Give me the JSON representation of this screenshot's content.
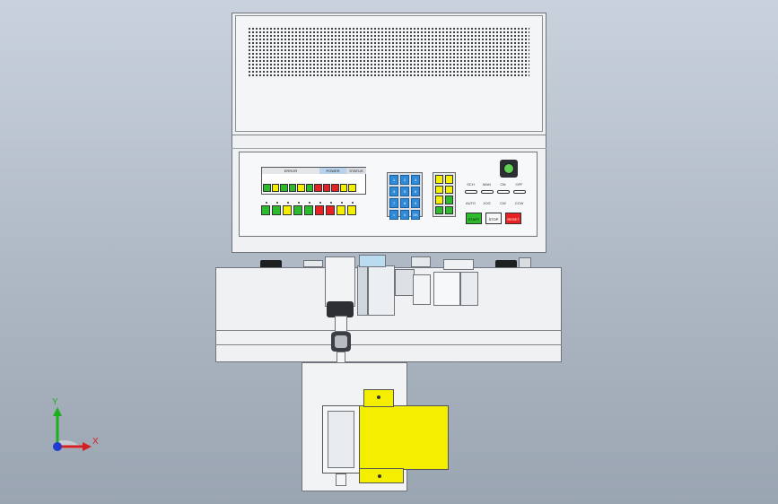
{
  "panel": {
    "header": [
      "ERROR",
      "POWER",
      "STATUS"
    ],
    "lamp_colors": [
      "#2dbb2d",
      "#f4ee00",
      "#2dbb2d",
      "#2dbb2d",
      "#f4ee00",
      "#2dbb2d",
      "#e82222",
      "#e82222",
      "#e82222",
      "#f4ee00",
      "#f4ee00"
    ],
    "key_colors": [
      "#2dbb2d",
      "#2dbb2d",
      "#f4ee00",
      "#2dbb2d",
      "#2dbb2d",
      "#e82222",
      "#e82222",
      "#f4ee00",
      "#f4ee00"
    ],
    "keypad_labels": [
      "1",
      "2",
      "3",
      "4",
      "5",
      "6",
      "7",
      "8",
      "9",
      "<",
      "0",
      "OK"
    ],
    "mid_key_colors": [
      "#f4ee00",
      "#f4ee00",
      "#f4ee00",
      "#f4ee00",
      "#f4ee00",
      "#2dbb2d",
      "#2dbb2d",
      "#2dbb2d"
    ],
    "switch_labels_top": [
      "SCH",
      "MAN",
      "ON",
      "OFF"
    ],
    "switch_labels_bottom": [
      "AUTO",
      "JOG",
      "CW",
      "CCW"
    ],
    "buttons": {
      "start": "START",
      "stop": "STOP",
      "reset": "RESET"
    }
  },
  "axes": {
    "y_label": "Y",
    "x_label": "X"
  },
  "colors": {
    "accent_yellow": "#f4ee00",
    "green": "#2dbb2d",
    "red": "#e82222",
    "blue": "#2f8ad8"
  }
}
